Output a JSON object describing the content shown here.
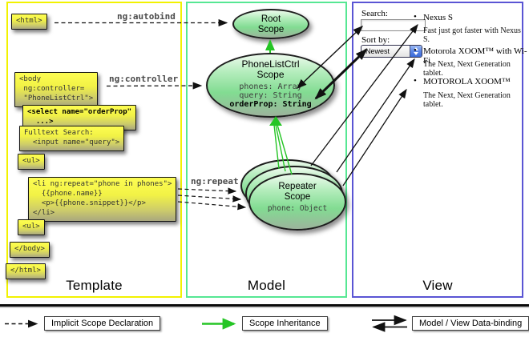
{
  "title_labels": {
    "template": "Template",
    "model": "Model",
    "view": "View"
  },
  "annotations": {
    "autobind": "ng:autobind",
    "controller": "ng:controller",
    "repeat": "ng:repeat"
  },
  "template_code": {
    "html_open": "<html>",
    "body_open": "<body\n ng:controller=\n \"PhoneListCtrl\">",
    "select": "<select name=\"orderProp\"\n  ...>",
    "fulltext": "Fulltext Search:\n  <input name=\"query\">",
    "ul_open": "<ul>",
    "li_repeat": "<li ng:repeat=\"phone in phones\">\n  {{phone.name}}\n  <p>{{phone.snippet}}</p>\n</li>",
    "ul_close": "<ul>",
    "body_close": "</body>",
    "html_close": "</html>"
  },
  "scopes": {
    "root": {
      "title": "Root\nScope"
    },
    "phonelist": {
      "title": "PhoneListCtrl\nScope",
      "prop_phones": "phones: Array",
      "prop_query": "query: String",
      "prop_order": "orderProp: String"
    },
    "repeater": {
      "title": "Repeater\nScope",
      "prop_phone": "phone: Object"
    }
  },
  "view": {
    "search_label": "Search:",
    "search_value": "",
    "sort_label": "Sort by:",
    "sort_value": "Newest",
    "items": [
      {
        "title": "Nexus S",
        "desc": "Fast just got faster with Nexus S."
      },
      {
        "title": "Motorola XOOM™ with Wi-Fi",
        "desc": "The Next, Next Generation tablet."
      },
      {
        "title": "MOTOROLA XOOM™",
        "desc": "The Next, Next Generation tablet."
      }
    ]
  },
  "legend": {
    "implicit": "Implicit Scope Declaration",
    "inheritance": "Scope Inheritance",
    "databinding": "Model / View Data-binding"
  },
  "colors": {
    "template_border": "#f2f200",
    "model_border": "#56e793",
    "view_border": "#5a55d4",
    "code_box_yellow": "#f2f246",
    "scope_green": "#82dc92",
    "inheritance_green": "#25c525"
  }
}
